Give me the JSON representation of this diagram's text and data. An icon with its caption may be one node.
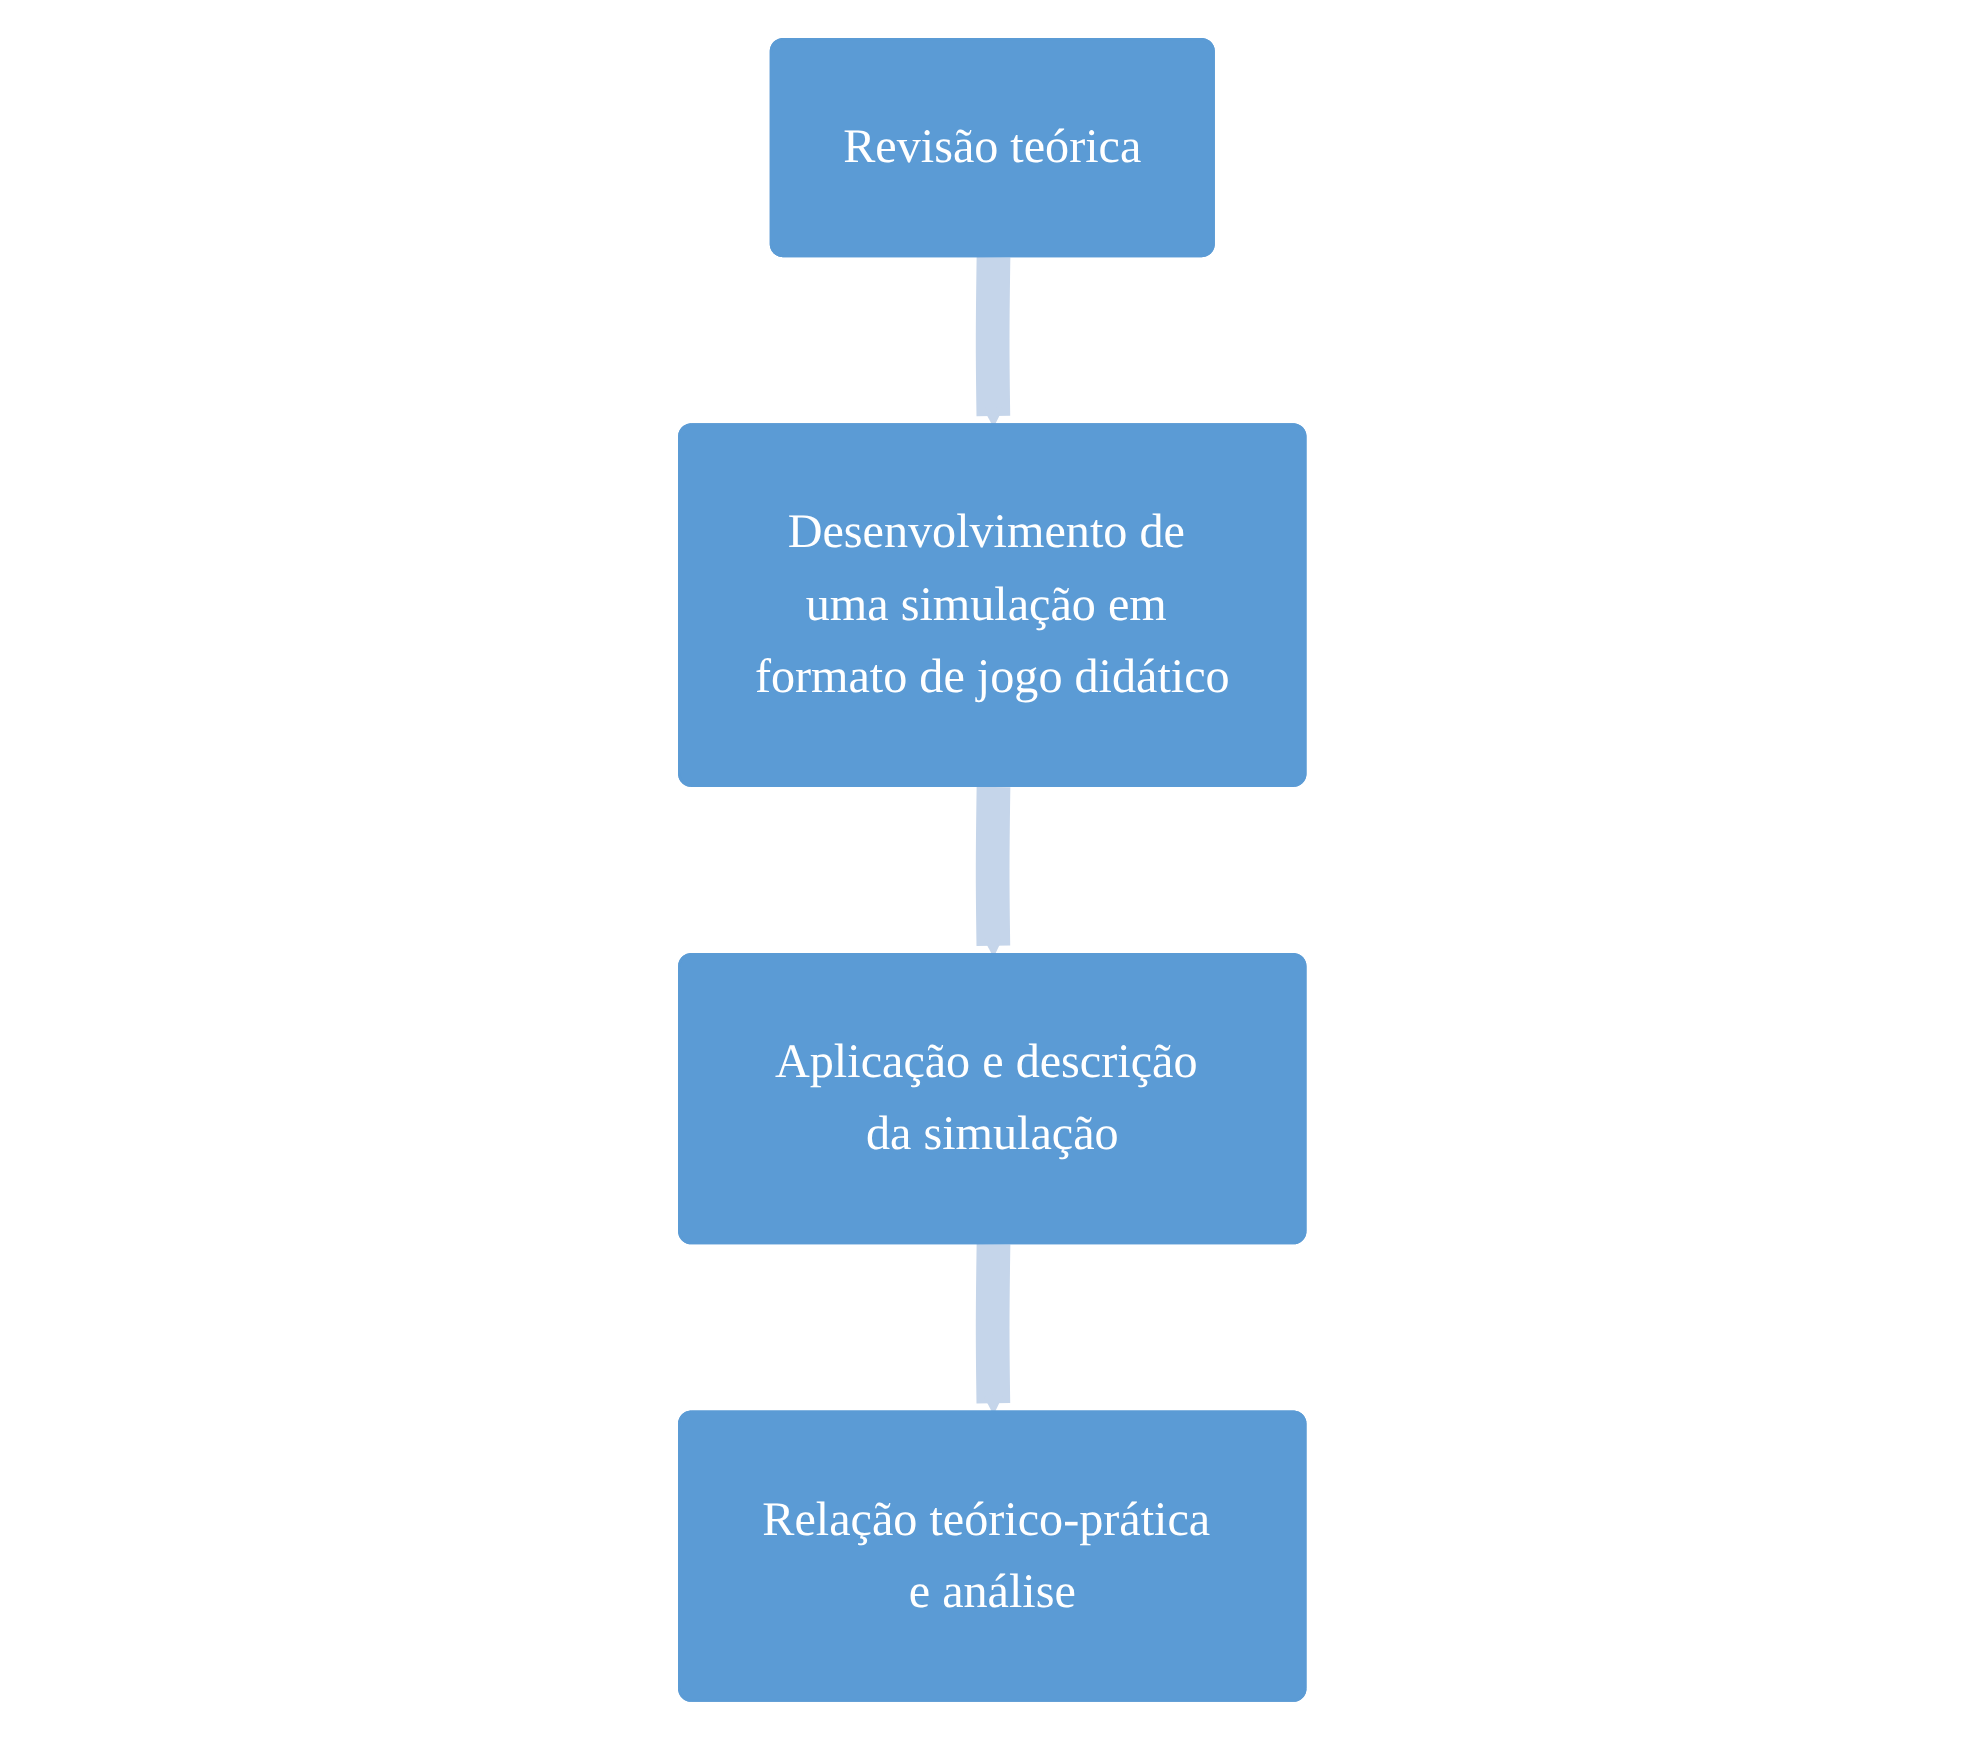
{
  "diagram": {
    "nodes": [
      {
        "text": [
          "Revisão teórica"
        ]
      },
      {
        "text": [
          "Desenvolvimento de uma simulação em formato de jogo didático"
        ]
      },
      {
        "text": [
          "Aplicação e descrição da simulação"
        ]
      },
      {
        "text": [
          "Relação teórico-prática e análise"
        ]
      }
    ],
    "edges": [
      {
        "from": 0,
        "to": 1,
        "arrow": "to"
      },
      {
        "from": 1,
        "to": 2,
        "arrow": "to"
      },
      {
        "from": 2,
        "to": 3,
        "arrow": "to"
      }
    ]
  }
}
